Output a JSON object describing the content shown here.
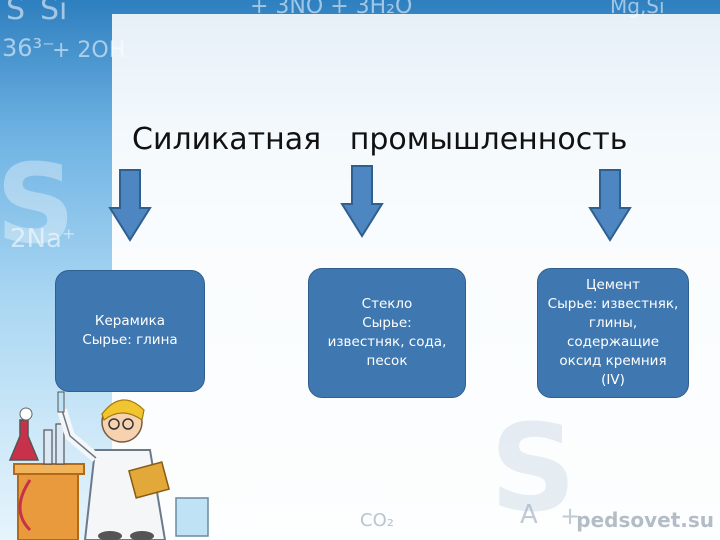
{
  "background": {
    "formulas": [
      "S",
      "Si",
      "+ 3NO + 3H₂O",
      "Mg,Si",
      "36³⁻",
      "+ 2OH",
      "S",
      "2Na⁺",
      "CO₂",
      "A",
      "+",
      "S"
    ]
  },
  "title": "Силикатная   промышленность",
  "boxes": [
    {
      "text": "Керамика\nСырье: глина"
    },
    {
      "text": "Стекло\nСырье:\nизвестняк, сода,\nпесок"
    },
    {
      "text": "Цемент\nСырье: известняк,\nглины,\nсодержащие\nоксид кремния\n(IV)"
    }
  ],
  "watermark": "pedsovet.su",
  "colors": {
    "box_fill": "#3f78b0",
    "arrow_fill": "#4d86c0",
    "arrow_stroke": "#2f5f8f"
  }
}
